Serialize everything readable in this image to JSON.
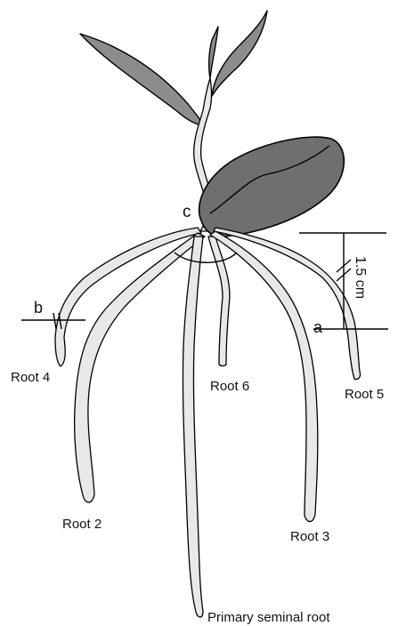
{
  "labels": {
    "point_a": "a",
    "point_b": "b",
    "point_c": "c",
    "root_2": "Root 2",
    "root_3": "Root 3",
    "root_4": "Root 4",
    "root_5": "Root 5",
    "root_6": "Root 6",
    "primary_root": "Primary seminal root",
    "scale": "1.5 cm"
  },
  "colors": {
    "leaf": "#8c8c8c",
    "seed": "#6f6f6f",
    "root": "#e8e8e8",
    "outline": "#000000"
  }
}
